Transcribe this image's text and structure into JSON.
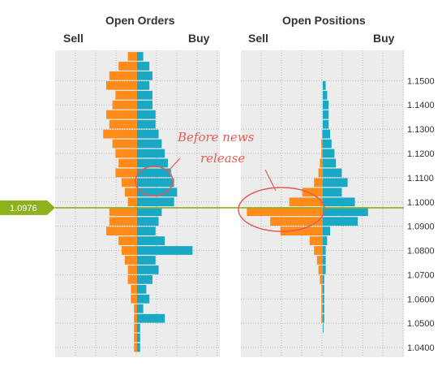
{
  "chart_data": [
    {
      "type": "bar",
      "orientation": "horizontal-diverging",
      "title": "Open Orders",
      "left_label": "Sell",
      "right_label": "Buy",
      "colors": {
        "sell": "#ff8c1a",
        "buy": "#1aa9c4",
        "grid_bg": "#ececec",
        "grid_line": "#b9b9b9"
      },
      "price_min": 1.036,
      "price_max": 1.1625,
      "series": [
        {
          "name": "Sell",
          "y": [
            1.16,
            1.156,
            1.152,
            1.148,
            1.144,
            1.14,
            1.136,
            1.132,
            1.128,
            1.124,
            1.12,
            1.116,
            1.112,
            1.108,
            1.104,
            1.1,
            1.096,
            1.092,
            1.088,
            1.084,
            1.08,
            1.076,
            1.072,
            1.068,
            1.064,
            1.06,
            1.056,
            1.052,
            1.048,
            1.044,
            1.04
          ],
          "values": [
            0.3,
            0.6,
            0.9,
            1.0,
            0.7,
            0.8,
            1.0,
            0.9,
            1.1,
            0.8,
            0.7,
            0.6,
            0.7,
            0.5,
            0.4,
            0.3,
            0.9,
            0.9,
            1.0,
            0.6,
            0.5,
            0.4,
            0.3,
            0.3,
            0.2,
            0.2,
            0.1,
            0.1,
            0.1,
            0.1,
            0.1
          ]
        },
        {
          "name": "Buy",
          "y": [
            1.16,
            1.156,
            1.152,
            1.148,
            1.144,
            1.14,
            1.136,
            1.132,
            1.128,
            1.124,
            1.12,
            1.116,
            1.112,
            1.108,
            1.104,
            1.1,
            1.096,
            1.092,
            1.088,
            1.084,
            1.08,
            1.076,
            1.072,
            1.068,
            1.064,
            1.06,
            1.056,
            1.052,
            1.048,
            1.044,
            1.04
          ],
          "values": [
            0.2,
            0.4,
            0.5,
            0.4,
            0.5,
            0.5,
            0.6,
            0.6,
            0.7,
            0.8,
            0.9,
            1.0,
            1.1,
            1.2,
            1.3,
            1.2,
            0.8,
            0.7,
            0.6,
            0.9,
            1.8,
            0.6,
            0.7,
            0.5,
            0.3,
            0.4,
            0.2,
            0.9,
            0.1,
            0.1,
            0.1
          ]
        }
      ]
    },
    {
      "type": "bar",
      "orientation": "horizontal-diverging",
      "title": "Open Positions",
      "left_label": "Sell",
      "right_label": "Buy",
      "colors": {
        "sell": "#ff8c1a",
        "buy": "#1aa9c4",
        "grid_bg": "#ececec",
        "grid_line": "#b9b9b9"
      },
      "price_min": 1.036,
      "price_max": 1.1625,
      "series": [
        {
          "name": "Sell",
          "y": [
            1.148,
            1.144,
            1.14,
            1.136,
            1.132,
            1.128,
            1.124,
            1.12,
            1.116,
            1.112,
            1.108,
            1.104,
            1.1,
            1.096,
            1.092,
            1.088,
            1.084,
            1.08,
            1.076,
            1.072,
            1.068,
            1.064,
            1.06,
            1.056,
            1.052,
            1.048
          ],
          "values": [
            0.0,
            0.0,
            0.0,
            0.0,
            0.0,
            0.05,
            0.1,
            0.1,
            0.2,
            0.3,
            0.6,
            1.4,
            2.3,
            5.2,
            3.6,
            2.9,
            0.9,
            0.6,
            0.4,
            0.3,
            0.2,
            0.1,
            0.1,
            0.1,
            0.1,
            0.0
          ]
        },
        {
          "name": "Buy",
          "y": [
            1.148,
            1.144,
            1.14,
            1.136,
            1.132,
            1.128,
            1.124,
            1.12,
            1.116,
            1.112,
            1.108,
            1.104,
            1.1,
            1.096,
            1.092,
            1.088,
            1.084,
            1.08,
            1.076,
            1.072,
            1.068,
            1.064,
            1.06,
            1.056,
            1.052,
            1.048
          ],
          "values": [
            0.2,
            0.3,
            0.4,
            0.4,
            0.4,
            0.5,
            0.6,
            0.8,
            0.9,
            1.3,
            1.7,
            1.3,
            2.2,
            3.1,
            2.4,
            0.5,
            0.3,
            0.2,
            0.2,
            0.2,
            0.1,
            0.1,
            0.1,
            0.1,
            0.1,
            0.05
          ]
        }
      ]
    }
  ],
  "axis": {
    "ticks": [
      "1.1500",
      "1.1400",
      "1.1300",
      "1.1200",
      "1.1100",
      "1.1000",
      "1.0900",
      "1.0800",
      "1.0700",
      "1.0600",
      "1.0500",
      "1.0400"
    ],
    "tick_values": [
      1.15,
      1.14,
      1.13,
      1.12,
      1.11,
      1.1,
      1.09,
      1.08,
      1.07,
      1.06,
      1.05,
      1.04
    ]
  },
  "current_price": {
    "label": "1.0976",
    "value": 1.0976,
    "color": "#8db21e"
  },
  "annotation": {
    "line1": "Before news",
    "line2": "release",
    "color": "#e55a55"
  }
}
